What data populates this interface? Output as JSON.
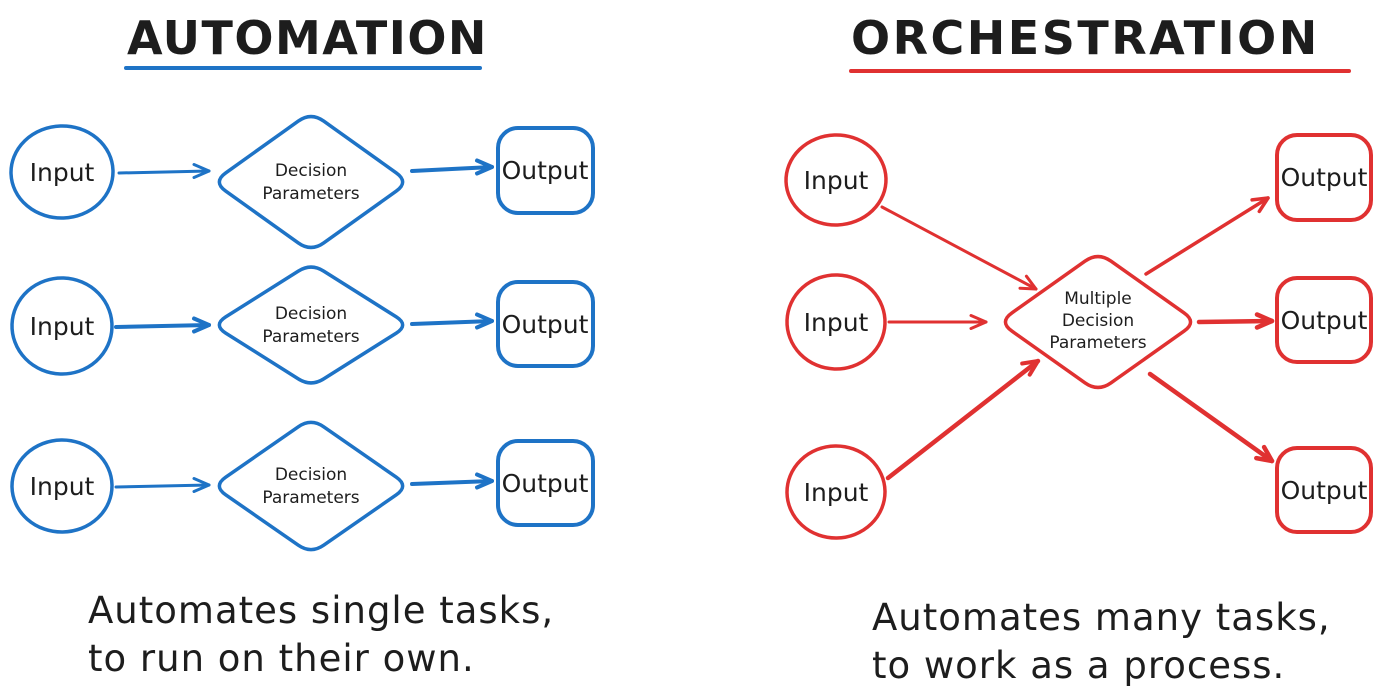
{
  "colors": {
    "automation_blue": "#1e73c6",
    "orchestration_red": "#e03131",
    "ink_black": "#1d1d1d",
    "background": "#ffffff"
  },
  "automation": {
    "title": "AUTOMATION",
    "caption_line1": "Automates single tasks,",
    "caption_line2": "to run on their own.",
    "rows": [
      {
        "input": "Input",
        "decision_line1": "Decision",
        "decision_line2": "Parameters",
        "output": "Output"
      },
      {
        "input": "Input",
        "decision_line1": "Decision",
        "decision_line2": "Parameters",
        "output": "Output"
      },
      {
        "input": "Input",
        "decision_line1": "Decision",
        "decision_line2": "Parameters",
        "output": "Output"
      }
    ]
  },
  "orchestration": {
    "title": "ORCHESTRATION",
    "caption_line1": "Automates many tasks,",
    "caption_line2": "to work as a process.",
    "inputs": [
      {
        "label": "Input"
      },
      {
        "label": "Input"
      },
      {
        "label": "Input"
      }
    ],
    "decision": {
      "line1": "Multiple",
      "line2": "Decision",
      "line3": "Parameters"
    },
    "outputs": [
      {
        "label": "Output"
      },
      {
        "label": "Output"
      },
      {
        "label": "Output"
      }
    ]
  }
}
